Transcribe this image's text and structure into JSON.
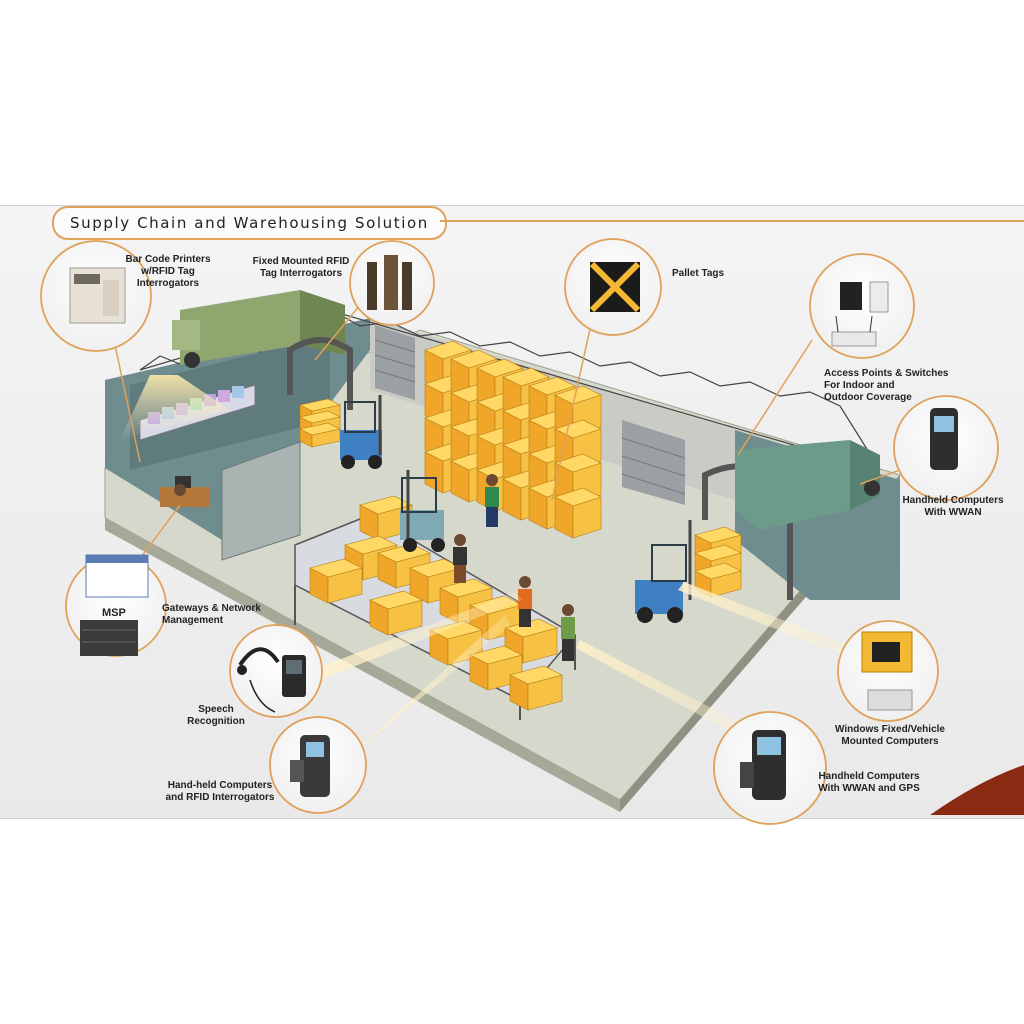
{
  "title": "Supply Chain and Warehousing Solution",
  "labels": {
    "barcode_printers": "Bar Code Printers\nw/RFID Tag\nInterrogators",
    "fixed_rfid": "Fixed Mounted RFID\nTag Interrogators",
    "pallet_tags": "Pallet Tags",
    "access_points": "Access Points & Switches\nFor Indoor and\nOutdoor Coverage",
    "handheld_wwan": "Handheld Computers\nWith WWAN",
    "gateways": "Gateways & Network\nManagement",
    "msp": "MSP",
    "speech": "Speech\nRecognition",
    "handheld_rfid": "Hand-held Computers\nand RFID Interrogators",
    "vehicle_computers": "Windows Fixed/Vehicle\nMounted Computers",
    "handheld_gps": "Handheld Computers\nWith WWAN and GPS"
  },
  "colors": {
    "accent": "#e0a15a",
    "box": "#f5b833",
    "floor": "#d7d8cc",
    "wall": "#6f8d8f",
    "forklift": "#3f7fc4",
    "truck": "#8fa66f"
  }
}
